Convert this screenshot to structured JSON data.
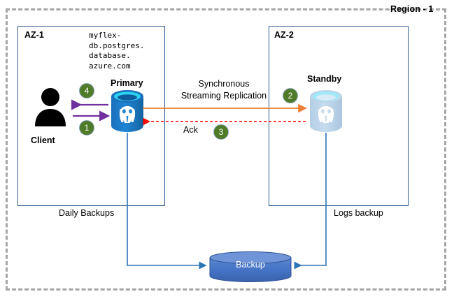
{
  "diagram": {
    "region_label": "Region - 1",
    "zones": [
      {
        "id": "az1",
        "title": "AZ-1"
      },
      {
        "id": "az2",
        "title": "AZ-2"
      }
    ],
    "hostname": "myflex-\ndb.postgres.\ndatabase.\nazure.com",
    "nodes": {
      "client": {
        "label": "Client",
        "icon": "user-icon"
      },
      "primary": {
        "label": "Primary",
        "icon": "postgresql-database-icon",
        "color": "#1c75bc"
      },
      "standby": {
        "label": "Standby",
        "icon": "postgresql-database-icon",
        "color": "#b7d4ea"
      },
      "backup": {
        "label": "Backup",
        "icon": "cylinder-icon",
        "color": "#4472c4"
      }
    },
    "flows": {
      "replication_label": "Synchronous\nStreaming Replication",
      "ack_label": "Ack",
      "daily_backups_label": "Daily Backups",
      "logs_backup_label": "Logs backup"
    },
    "steps": [
      {
        "id": "step-1",
        "number": "1"
      },
      {
        "id": "step-2",
        "number": "2"
      },
      {
        "id": "step-3",
        "number": "3"
      },
      {
        "id": "step-4",
        "number": "4"
      }
    ],
    "colors": {
      "region_border": "#a6a6a6",
      "az_border": "#2e5a8e",
      "client_arrow": "#7030a0",
      "replication_arrow": "#ed7d31",
      "ack_arrow": "#ff0000",
      "backup_line": "#2e75b6",
      "badge_fill": "#4f7a28"
    }
  }
}
